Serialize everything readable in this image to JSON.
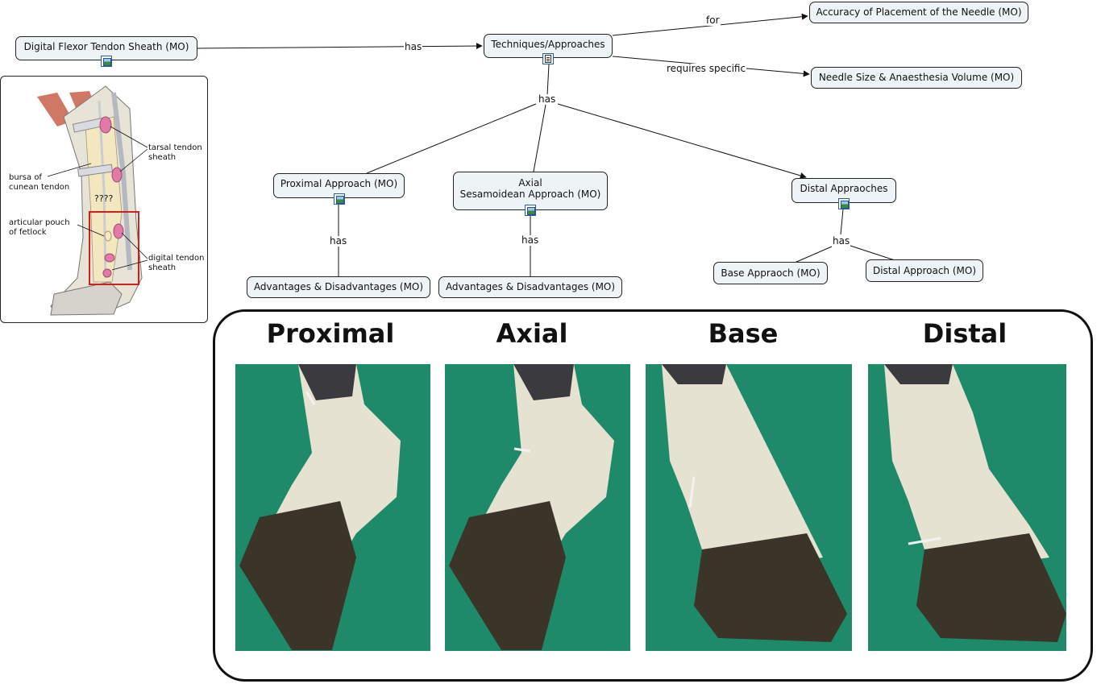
{
  "nodes": {
    "dfts": "Digital Flexor Tendon Sheath (MO)",
    "techniques": "Techniques/Approaches",
    "accuracy": "Accuracy of Placement of the Needle (MO)",
    "needle_size": "Needle Size & Anaesthesia Volume (MO)",
    "proximal": "Proximal Approach (MO)",
    "axial_line1": "Axial",
    "axial_line2": "Sesamoidean Approach (MO)",
    "distal_approaches": "Distal Appraoches",
    "adv1": "Advantages & Disadvantages (MO)",
    "adv2": "Advantages & Disadvantages (MO)",
    "base": "Base Appraoch (MO)",
    "distal": "Distal Approach (MO)"
  },
  "links": {
    "has_main": "has",
    "for": "for",
    "requires": "requires specific",
    "has_techniques": "has",
    "has_proximal": "has",
    "has_axial": "has",
    "has_distal": "has"
  },
  "anatomy": {
    "tarsal_line1": "tarsal tendon",
    "tarsal_line2": "sheath",
    "bursa_line1": "bursa of",
    "bursa_line2": "cunean tendon",
    "question": "????",
    "articular_line1": "articular pouch",
    "articular_line2": "of fetlock",
    "digital_line1": "digital tendon",
    "digital_line2": "sheath"
  },
  "photos": {
    "titles": [
      "Proximal",
      "Axial",
      "Base",
      "Distal"
    ]
  },
  "colors": {
    "node_fill": "#eef3f6",
    "photo_background": "#1f8a6a",
    "highlight_box": "#d0201e",
    "sheath_pink": "#e27aa8"
  }
}
